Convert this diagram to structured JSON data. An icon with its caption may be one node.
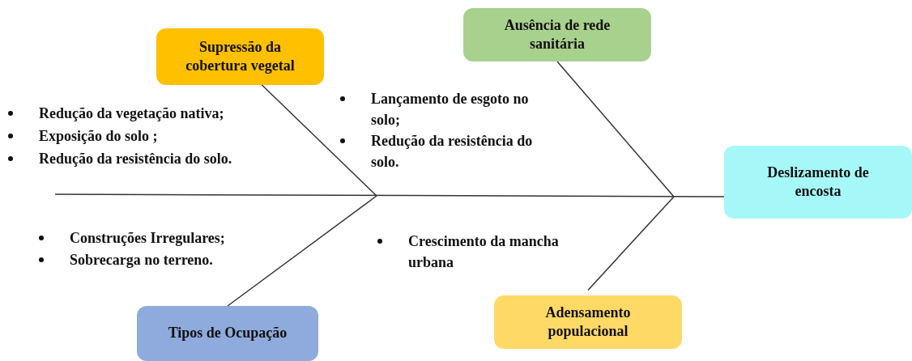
{
  "diagram": {
    "nodes": [
      {
        "text": [
          "Supressão da cobertura vegetal"
        ]
      },
      {
        "text": [
          "Ausência de rede sanitária"
        ]
      },
      {
        "text": [
          "Deslizamento de encosta"
        ]
      },
      {
        "text": [
          "Tipos de Ocupação"
        ]
      },
      {
        "text": [
          "Adensamento populacional"
        ]
      }
    ],
    "edges": [
      {
        "from": null,
        "to": 2,
        "arrow": "none"
      },
      {
        "from": 0,
        "to": null,
        "arrow": "none"
      },
      {
        "from": 1,
        "to": null,
        "arrow": "none"
      },
      {
        "from": 3,
        "to": null,
        "arrow": "none"
      },
      {
        "from": 4,
        "to": null,
        "arrow": "none"
      }
    ],
    "labels": [
      "Redução da vegetação nativa;",
      "Exposição do solo ;",
      "Redução da resistência do solo.",
      "Lançamento de esgoto no solo;",
      "Redução da resistência do solo.",
      "Construções Irregulares;",
      "Sobrecarga no terreno.",
      "Crescimento da mancha urbana"
    ]
  }
}
